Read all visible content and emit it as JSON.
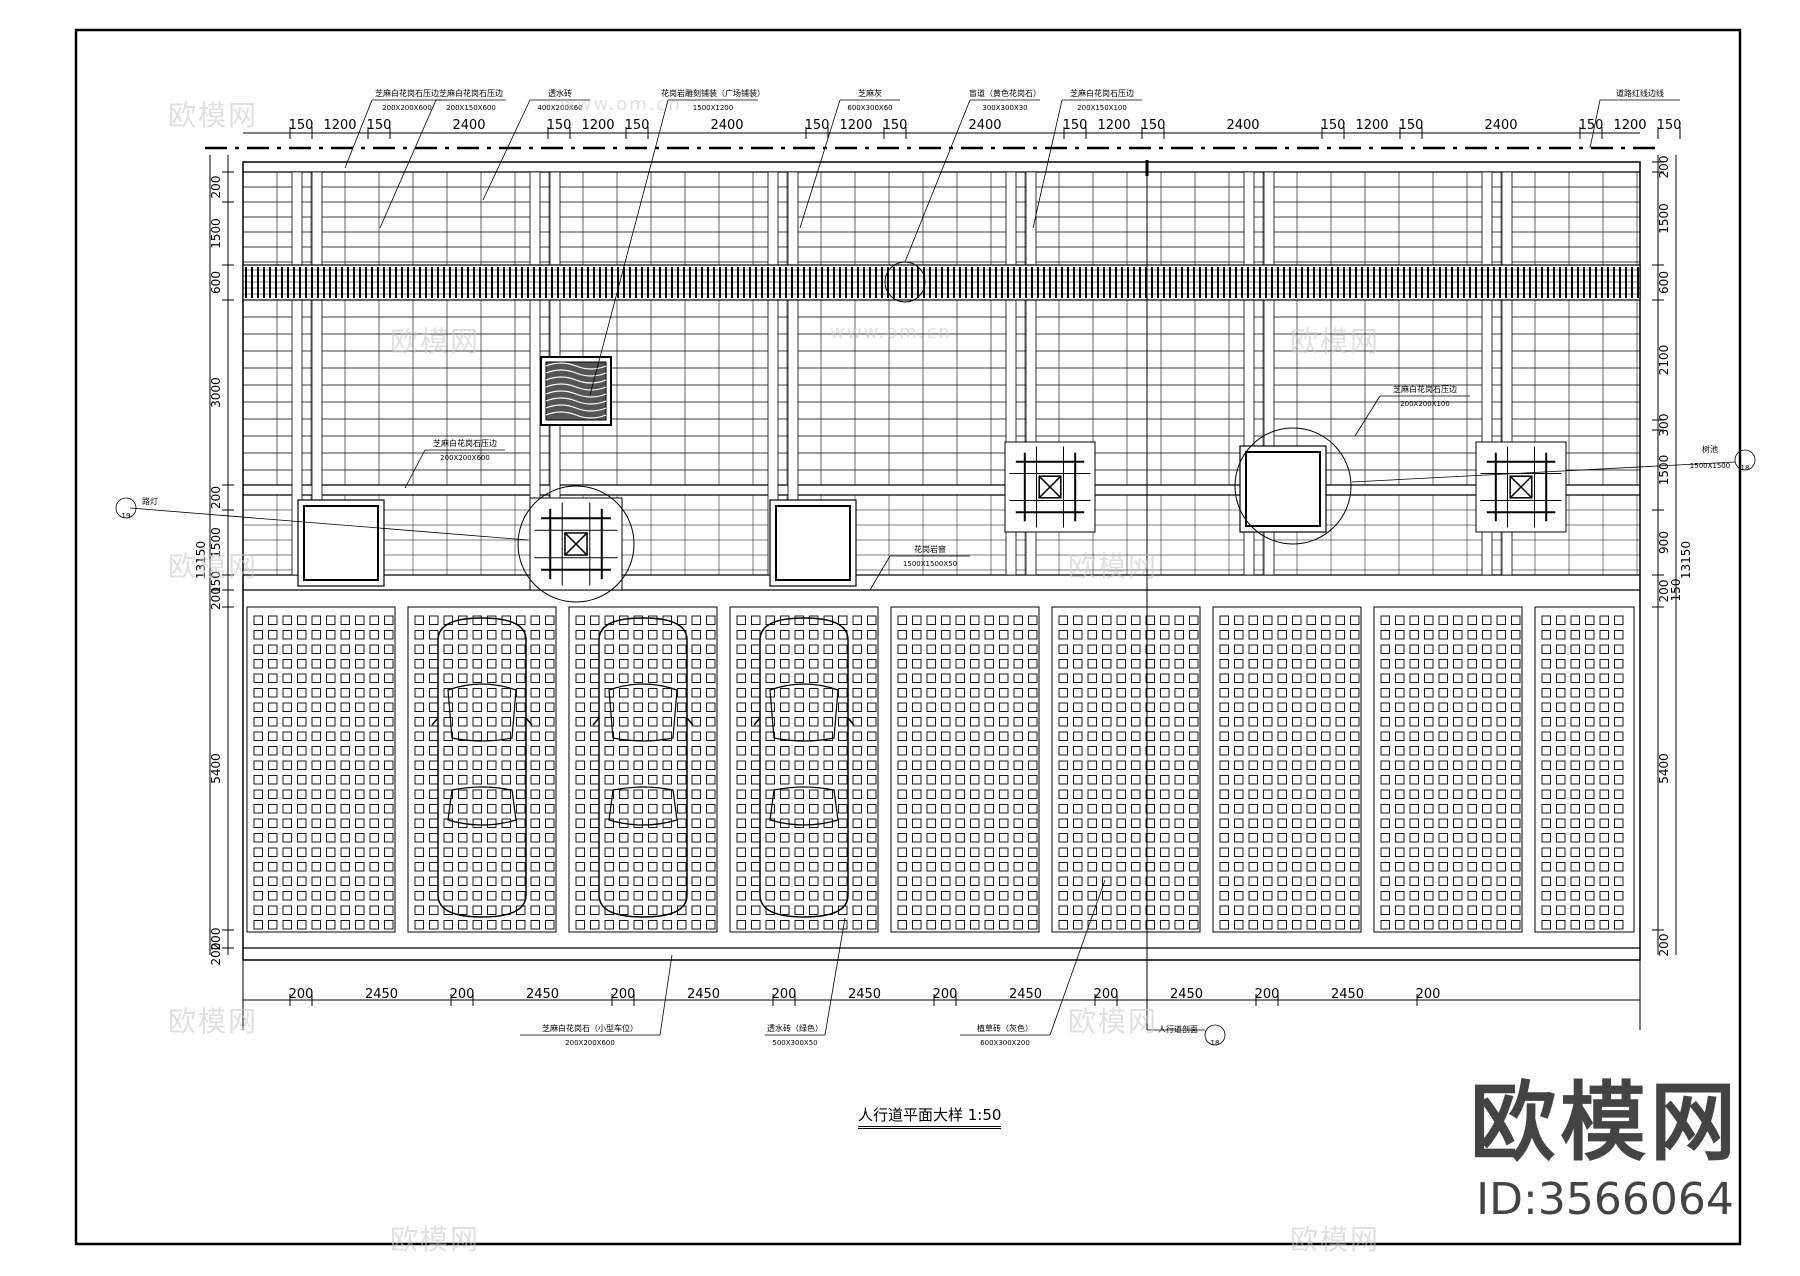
{
  "drawing": {
    "title": "人行道平面大样  1:50",
    "top_dims": [
      "150",
      "1200",
      "150",
      "2400",
      "150",
      "1200",
      "150",
      "2400",
      "150",
      "1200",
      "150",
      "2400",
      "150",
      "1200",
      "150",
      "2400",
      "150",
      "1200",
      "150",
      "2400",
      "150",
      "1200",
      "150"
    ],
    "bottom_dims": [
      "200",
      "2450",
      "200",
      "2450",
      "200",
      "2450",
      "200",
      "2450",
      "200",
      "2450",
      "200",
      "2450",
      "200",
      "2450",
      "200"
    ],
    "left_dims": [
      "200",
      "1500",
      "600",
      "3000",
      "200",
      "1500",
      "150",
      "200",
      "5400",
      "200",
      "200"
    ],
    "left_total": "13150",
    "right_dims": [
      "200",
      "1500",
      "600",
      "2100",
      "300",
      "1500",
      "900",
      "200",
      "5400",
      "200"
    ],
    "right_total": "13150",
    "right_extra_150": "150",
    "labels_top": [
      {
        "text": "芝麻白花岗石压边",
        "sub": "200X200X600"
      },
      {
        "text": "芝麻白花岗石压边",
        "sub": "200X150X600"
      },
      {
        "text": "透水砖",
        "sub": "400X200X60"
      },
      {
        "text": "花岗岩雕刻铺装（广场铺装）",
        "sub": "1500X1200"
      },
      {
        "text": "芝麻灰",
        "sub": "600X300X60"
      },
      {
        "text": "盲道（黄色花岗石）",
        "sub": "300X300X30"
      },
      {
        "text": "芝麻白花岗石压边",
        "sub": "200X150X100"
      },
      {
        "text": "道路红线边线",
        "sub": ""
      }
    ],
    "labels_mid": [
      {
        "text": "芝麻白花岗石压边",
        "sub": "200X200X600"
      },
      {
        "text": "芝麻白花岗石压边",
        "sub": "200X200X100"
      },
      {
        "text": "路灯",
        "ref": "19"
      },
      {
        "text": "树池",
        "sub": "1500X1500",
        "ref": "18"
      },
      {
        "text": "花岗岩窨",
        "sub": "1500X1500X50"
      }
    ],
    "labels_bottom": [
      {
        "text": "芝麻白花岗石（小型车位）",
        "sub": "200X200X600"
      },
      {
        "text": "透水砖（绿色）",
        "sub": "500X300X50"
      },
      {
        "text": "植草砖（灰色）",
        "sub": "600X300X200"
      },
      {
        "text": "人行道剖面",
        "ref": "18"
      }
    ],
    "watermark_text": [
      "欧模网",
      "www.om.cn"
    ],
    "brand_logo": "欧模网",
    "brand_id": "ID:3566064"
  }
}
